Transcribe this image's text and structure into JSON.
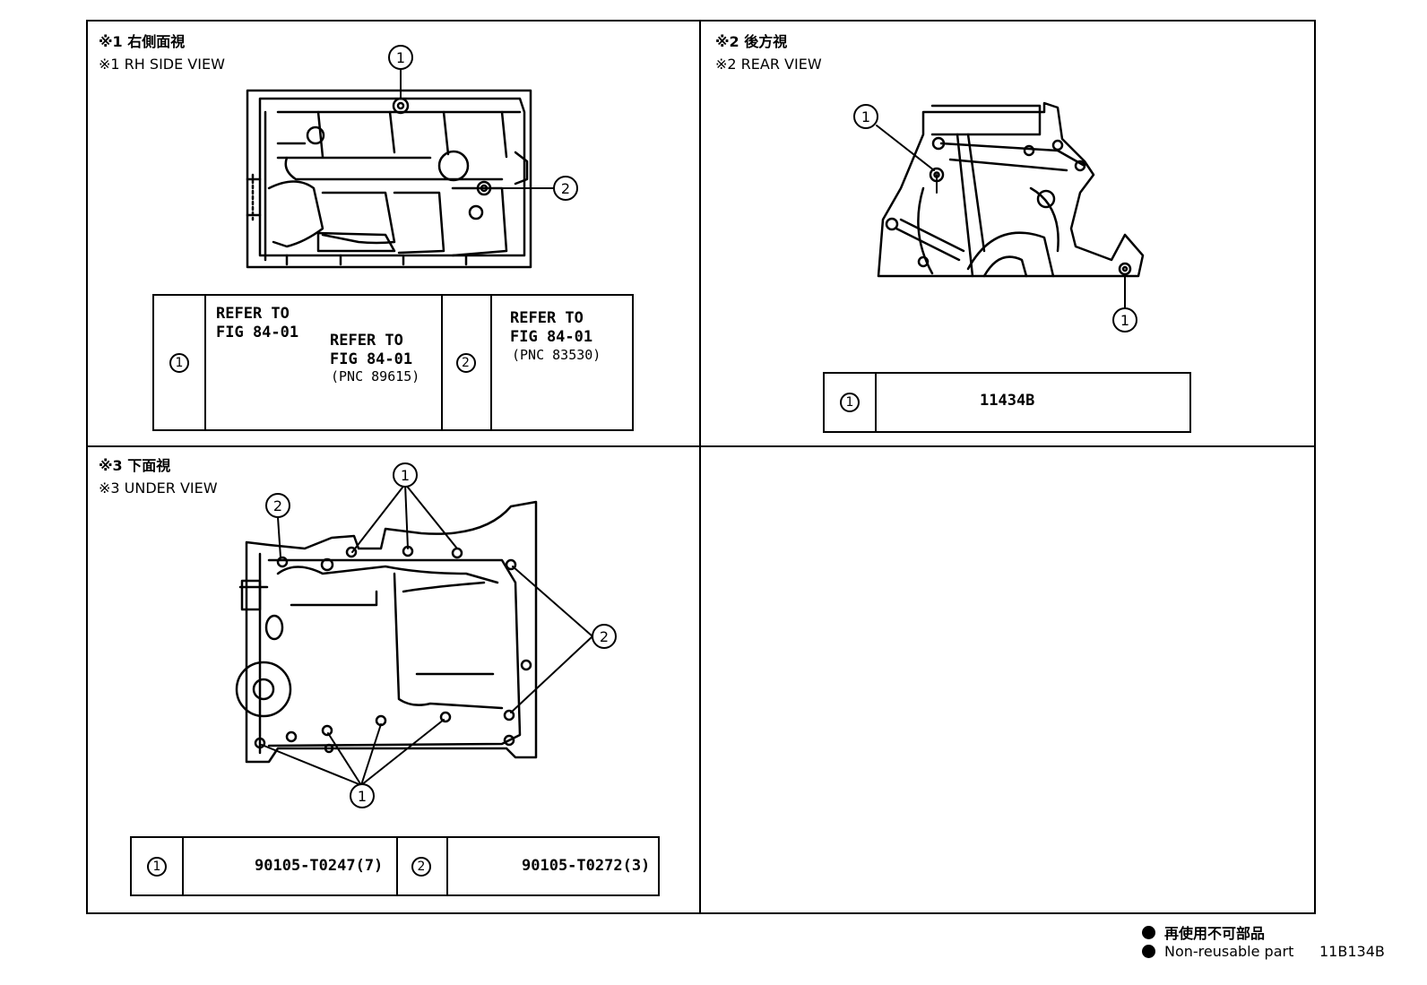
{
  "views": {
    "rh_side": {
      "jp": "※1 右側面視",
      "en": "※1 RH SIDE VIEW"
    },
    "rear": {
      "jp": "※2 後方視",
      "en": "※2 REAR VIEW"
    },
    "under": {
      "jp": "※3 下面視",
      "en": "※3 UNDER VIEW"
    }
  },
  "callouts": {
    "one": "1",
    "two": "2"
  },
  "rh_table": {
    "ref_a_l1": "REFER TO",
    "ref_a_l2": "FIG 84-01",
    "ref_b_l1": "REFER TO",
    "ref_b_l2": "FIG 84-01",
    "ref_b_pnc": "(PNC 89615)",
    "ref_c_l1": "REFER TO",
    "ref_c_l2": "FIG 84-01",
    "ref_c_pnc": "(PNC 83530)"
  },
  "rear_table": {
    "part": "11434B"
  },
  "under_table": {
    "part1": "90105-T0247(7)",
    "part2": "90105-T0272(3)"
  },
  "legend": {
    "jp": "再使用不可部品",
    "en": "Non-reusable part"
  },
  "figure_code": "11B134B"
}
